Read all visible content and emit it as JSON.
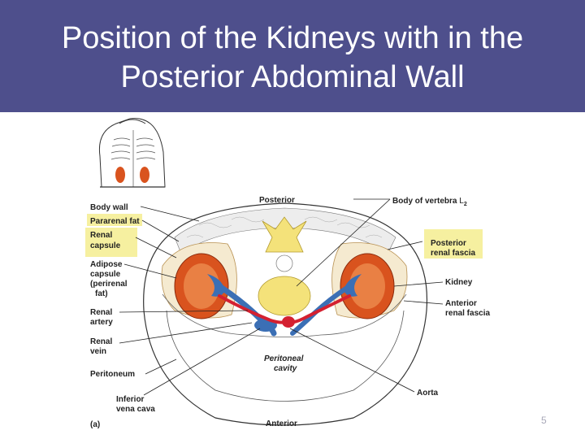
{
  "slide": {
    "title": "Position of the Kidneys with in the Posterior Abdominal Wall",
    "page_number": "5"
  },
  "figure": {
    "labels": {
      "posterior": "Posterior",
      "anterior": "Anterior",
      "body_vertebra": "Body of vertebra",
      "vertebra_sub": "L",
      "vertebra_num": "2",
      "body_wall": "Body wall",
      "pararenal_fat": "Pararenal fat",
      "renal_capsule_1": "Renal",
      "renal_capsule_2": "capsule",
      "adipose_1": "Adipose",
      "adipose_2": "capsule",
      "adipose_3": "(perirenal",
      "adipose_4": "fat)",
      "renal_artery_1": "Renal",
      "renal_artery_2": "artery",
      "renal_vein_1": "Renal",
      "renal_vein_2": "vein",
      "peritoneum": "Peritoneum",
      "ivc_1": "Inferior",
      "ivc_2": "vena cava",
      "panel": "(a)",
      "post_fascia_1": "Posterior",
      "post_fascia_2": "renal fascia",
      "kidney": "Kidney",
      "ant_fascia_1": "Anterior",
      "ant_fascia_2": "renal fascia",
      "peritoneal_1": "Peritoneal",
      "peritoneal_2": "cavity",
      "aorta": "Aorta"
    }
  },
  "colors": {
    "title_bar": "#4e4f8c",
    "kidney": "#d9531e",
    "highlight": "#f6f0a0",
    "vein": "#3b6fb5",
    "artery": "#d42030"
  }
}
